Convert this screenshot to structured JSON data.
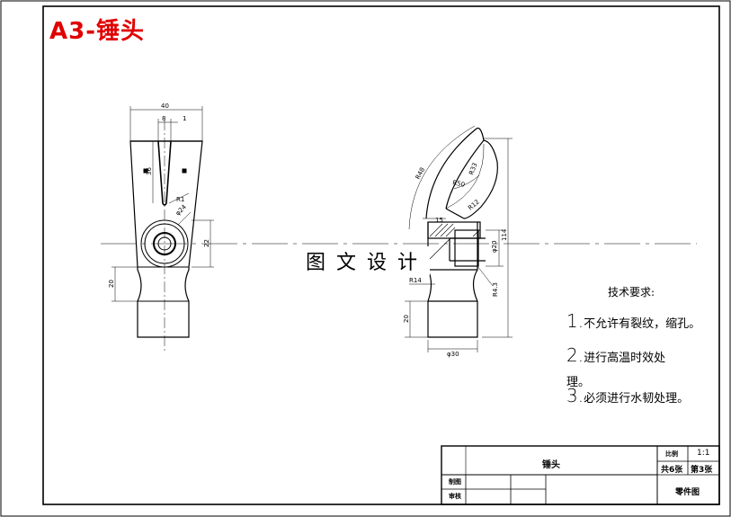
{
  "sheet_title": "A3-锤头",
  "watermark": "图文设计",
  "front_view": {
    "dims": {
      "width": "40",
      "slot_width": "8",
      "slot_offset": "1",
      "slot_depth": "36",
      "radius_r1": "R1",
      "hole_dia": "φ24",
      "hole_height": "22",
      "neck_height": "20"
    }
  },
  "side_view": {
    "dims": {
      "outer_arc": "R48",
      "inner_arc": "R33",
      "mid_arc": "R50",
      "small_r": "R12",
      "claw_r": "R14",
      "total_height": "114",
      "hole_dia": "φ20",
      "fillet": "R4.3",
      "chamfer": "15",
      "neck_height": "20",
      "base_dia": "φ30"
    }
  },
  "tech_requirements": {
    "title": "技术要求:",
    "items": [
      {
        "num": "1.",
        "text": "不允许有裂纹，缩孔。"
      },
      {
        "num": "2.",
        "text": "进行高温时效处",
        "cont": "理。"
      },
      {
        "num": "3.",
        "text": "必须进行水韧处理。"
      }
    ]
  },
  "title_block": {
    "part_name": "锤头",
    "scale_label": "比例",
    "scale_value": "1:1",
    "sheets_total": "共6张",
    "sheet_no": "第3张",
    "drawing_type": "零件图",
    "drawn_label": "制图",
    "checked_label": "审核"
  }
}
